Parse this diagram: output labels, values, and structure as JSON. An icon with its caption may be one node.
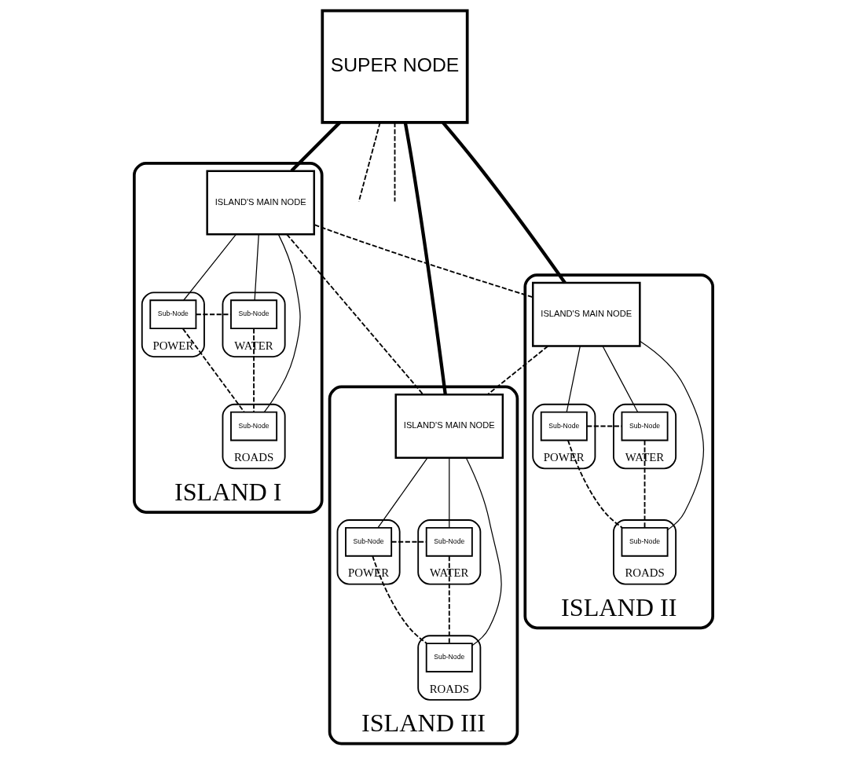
{
  "diagram": {
    "nodes": [
      {
        "text": [
          "SUPER NODE"
        ]
      },
      {
        "text": [
          "ISLAND I"
        ]
      },
      {
        "text": [
          "POWER"
        ],
        "in": 1
      },
      {
        "text": [
          "Sub-Node"
        ],
        "in": 2
      },
      {
        "text": [
          "WATER"
        ],
        "in": 1
      },
      {
        "text": [
          "Sub-Node"
        ],
        "in": 4
      },
      {
        "text": [
          "ROADS"
        ],
        "in": 1
      },
      {
        "text": [
          "Sub-Node"
        ],
        "in": 6
      },
      {
        "text": [
          "ISLAND'S MAIN NODE"
        ],
        "in": 1
      },
      {
        "text": [
          "ISLAND II"
        ]
      },
      {
        "text": [
          "POWER"
        ],
        "in": 9
      },
      {
        "text": [
          "Sub-Node"
        ],
        "in": 10
      },
      {
        "text": [
          "WATER"
        ],
        "in": 9
      },
      {
        "text": [
          "Sub-Node"
        ],
        "in": 12
      },
      {
        "text": [
          "ROADS"
        ],
        "in": 9
      },
      {
        "text": [
          "Sub-Node"
        ],
        "in": 14
      },
      {
        "text": [
          "ISLAND'S MAIN NODE"
        ],
        "in": 9
      },
      {
        "text": [
          "ISLAND III"
        ]
      },
      {
        "text": [
          "POWER"
        ],
        "in": 17
      },
      {
        "text": [
          "Sub-Node"
        ],
        "in": 18
      },
      {
        "text": [
          "WATER"
        ],
        "in": 17
      },
      {
        "text": [
          "Sub-Node"
        ],
        "in": 20
      },
      {
        "text": [
          "ROADS"
        ],
        "in": 17
      },
      {
        "text": [
          "Sub-Node"
        ],
        "in": 22
      },
      {
        "text": [
          "ISLAND'S MAIN NODE"
        ],
        "in": 17
      }
    ],
    "edges": [
      {
        "from": 0,
        "to": 8,
        "arrow": "none",
        "style": "thick"
      },
      {
        "from": 0,
        "to": 16,
        "arrow": "none",
        "style": "thick"
      },
      {
        "from": 0,
        "to": 24,
        "arrow": "none",
        "style": "thick"
      },
      {
        "from": 8,
        "to": 16,
        "arrow": "none",
        "style": "dashed"
      },
      {
        "from": 8,
        "to": 24,
        "arrow": "none",
        "style": "dashed"
      },
      {
        "from": 16,
        "to": 24,
        "arrow": "none",
        "style": "dashed"
      },
      {
        "from": 8,
        "to": 3,
        "arrow": "none"
      },
      {
        "from": 8,
        "to": 5,
        "arrow": "none"
      },
      {
        "from": 8,
        "to": 7,
        "arrow": "none"
      },
      {
        "from": 3,
        "to": 5,
        "arrow": "none",
        "style": "dashed"
      },
      {
        "from": 3,
        "to": 7,
        "arrow": "none",
        "style": "dashed"
      },
      {
        "from": 5,
        "to": 7,
        "arrow": "none",
        "style": "dashed"
      },
      {
        "from": 16,
        "to": 11,
        "arrow": "none"
      },
      {
        "from": 16,
        "to": 13,
        "arrow": "none"
      },
      {
        "from": 16,
        "to": 15,
        "arrow": "none"
      },
      {
        "from": 11,
        "to": 13,
        "arrow": "none",
        "style": "dashed"
      },
      {
        "from": 11,
        "to": 15,
        "arrow": "none",
        "style": "dashed"
      },
      {
        "from": 13,
        "to": 15,
        "arrow": "none",
        "style": "dashed"
      },
      {
        "from": 24,
        "to": 19,
        "arrow": "none"
      },
      {
        "from": 24,
        "to": 21,
        "arrow": "none"
      },
      {
        "from": 24,
        "to": 23,
        "arrow": "none"
      },
      {
        "from": 19,
        "to": 21,
        "arrow": "none",
        "style": "dashed"
      },
      {
        "from": 19,
        "to": 23,
        "arrow": "none",
        "style": "dashed"
      },
      {
        "from": 21,
        "to": 23,
        "arrow": "none",
        "style": "dashed"
      },
      {
        "from": 0,
        "to": null,
        "arrow": "none",
        "style": "dashed"
      },
      {
        "from": 0,
        "to": null,
        "arrow": "none",
        "style": "dashed"
      }
    ]
  }
}
